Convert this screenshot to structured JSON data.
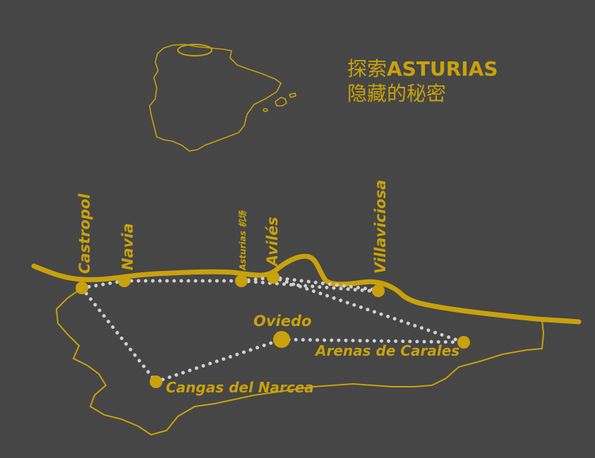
{
  "title": {
    "prefix": "探索",
    "name": "ASTURIAS",
    "subtitle": "隐藏的秘密"
  },
  "colors": {
    "background": "#464646",
    "accent": "#c9a10c",
    "route": "#d0d0d0"
  },
  "cities": {
    "castropol": "Castropol",
    "navia": "Navia",
    "airport": "Asturias 机场",
    "aviles": "Avilés",
    "villaviciosa": "Villaviciosa",
    "oviedo": "Oviedo",
    "arenas": "Arenas de Carales",
    "cangas": "Cangas del Narcea"
  },
  "inset_map": {
    "icon": "iberian-peninsula-outline",
    "highlight": "asturias-region-ellipse"
  }
}
